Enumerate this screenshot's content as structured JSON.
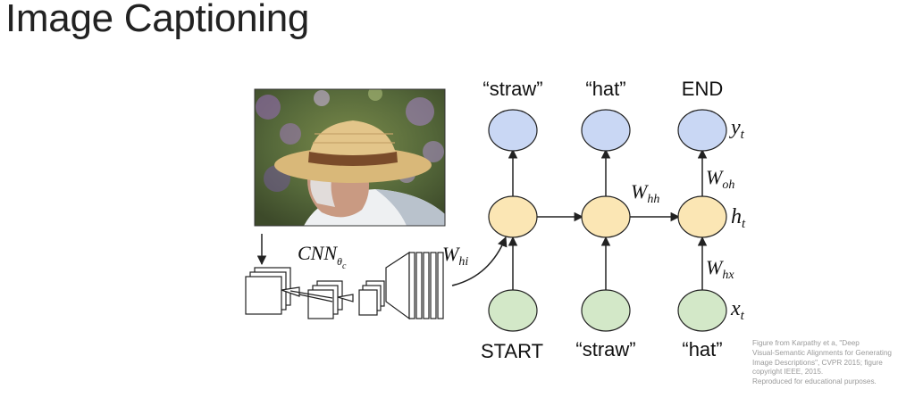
{
  "slide": {
    "title": "Image Captioning"
  },
  "diagram": {
    "output_words": [
      "“straw”",
      "“hat”",
      "END"
    ],
    "input_words": [
      "START",
      "“straw”",
      "“hat”"
    ],
    "cnn_label": "CNN",
    "cnn_subscript": "θ",
    "cnn_subsub": "c",
    "weights": {
      "hi": {
        "main": "W",
        "sub": "hi"
      },
      "hh": {
        "main": "W",
        "sub": "hh"
      },
      "oh": {
        "main": "W",
        "sub": "oh"
      },
      "hx": {
        "main": "W",
        "sub": "hx"
      }
    },
    "row_labels": {
      "y": {
        "main": "y",
        "sub": "t"
      },
      "h": {
        "main": "h",
        "sub": "t"
      },
      "x": {
        "main": "x",
        "sub": "t"
      }
    },
    "colors": {
      "output_node": "#c9d7f4",
      "hidden_node": "#fbe6b4",
      "input_node": "#d3e8c8",
      "stroke": "#222222"
    }
  },
  "credit": {
    "lines": [
      "Figure from Karpathy et a, \"Deep",
      "Visual-Semantic Alignments for Generating",
      "Image Descriptions\", CVPR 2015; figure",
      "copyright IEEE, 2015.",
      "Reproduced for educational purposes."
    ]
  }
}
